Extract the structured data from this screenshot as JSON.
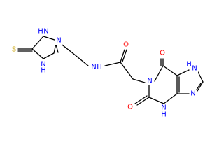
{
  "atoms": {
    "tz_nh_top": "H",
    "tz_n_top": "N",
    "tz_n_right": "N",
    "tz_s": "S",
    "tz_nh_bottom": "N",
    "tz_h_bottom": "H",
    "amide_n": "N",
    "amide_h": "H",
    "amide_o": "O",
    "pur_o_top": "O",
    "pur_nh7_h": "H",
    "pur_nh7_n": "N",
    "pur_n1": "N",
    "pur_n9": "N",
    "pur_o_bottom": "O",
    "pur_n3": "N",
    "pur_nh3_h": "H"
  },
  "colors": {
    "nitrogen": "#0000ff",
    "oxygen": "#ff0000",
    "sulfur": "#c8a000",
    "bond": "#000000"
  }
}
